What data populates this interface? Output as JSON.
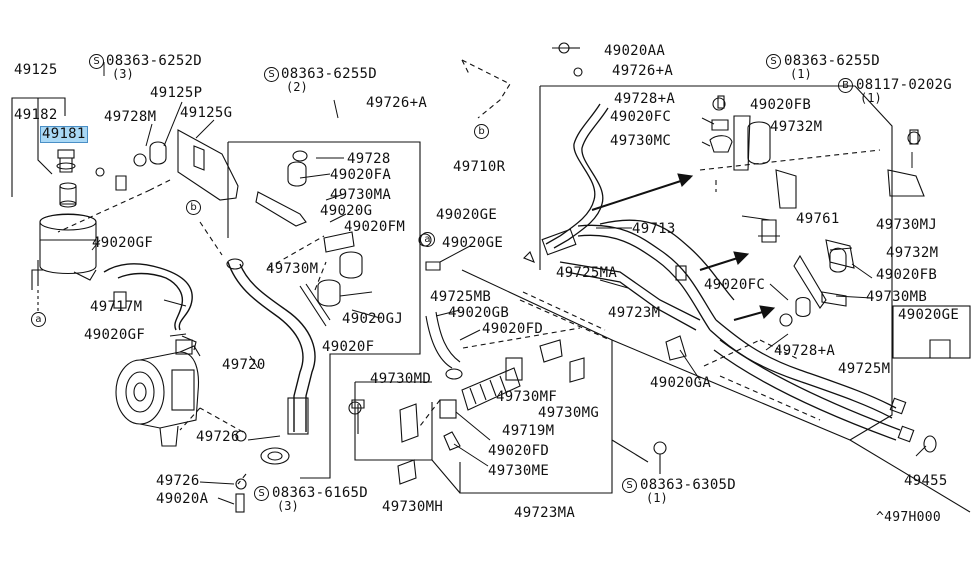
{
  "labels": {
    "p49125": "49125",
    "p49182": "49182",
    "p49181": "49181",
    "s08363_6252D": "08363-6252D",
    "s6252D_qty": "(3)",
    "p49125P": "49125P",
    "p49728M": "49728M",
    "p49125G": "49125G",
    "s08363_6255D_a": "08363-6255D",
    "s6255D_a_qty": "(2)",
    "p49726A_a": "49726+A",
    "p49728": "49728",
    "p49020FA": "49020FA",
    "p49730MA": "49730MA",
    "p49020G": "49020G",
    "p49020FM": "49020FM",
    "p49730M": "49730M",
    "p49020GJ": "49020GJ",
    "p49020F": "49020F",
    "p49710R": "49710R",
    "p49020GF_a": "49020GF",
    "p49717M": "49717M",
    "p49020GF_b": "49020GF",
    "p49720": "49720",
    "p49726_a": "49726",
    "p49726_b": "49726",
    "p49020A": "49020A",
    "s08363_6165D": "08363-6165D",
    "s6165D_qty": "(3)",
    "p49020GE_a": "49020GE",
    "p49020GE_b": "49020GE",
    "p49725MB": "49725MB",
    "p49020GB": "49020GB",
    "p49020FD_a": "49020FD",
    "p49730MD": "49730MD",
    "p49730MF": "49730MF",
    "p49730MG": "49730MG",
    "p49719M": "49719M",
    "p49020FD_b": "49020FD",
    "p49730ME": "49730ME",
    "p49730MH": "49730MH",
    "p49723MA": "49723MA",
    "p49020AA": "49020AA",
    "p49726A_b": "49726+A",
    "p49728A_a": "49728+A",
    "p49020FC_a": "49020FC",
    "p49730MC": "49730MC",
    "p49020FB_a": "49020FB",
    "p49732M_a": "49732M",
    "s08363_6255D_b": "08363-6255D",
    "s6255D_b_qty": "(1)",
    "b08117_0202G": "08117-0202G",
    "b0202G_qty": "(1)",
    "p49730MJ": "49730MJ",
    "p49713": "49713",
    "p49761": "49761",
    "p49725MA": "49725MA",
    "p49732M_b": "49732M",
    "p49020FB_b": "49020FB",
    "p49020FC_b": "49020FC",
    "p49730MB": "49730MB",
    "p49723M": "49723M",
    "p49020GE_c": "49020GE",
    "p49728A_b": "49728+A",
    "p49020GA": "49020GA",
    "p49725M": "49725M",
    "s08363_6305D": "08363-6305D",
    "s6305D_qty": "(1)",
    "p49455": "49455",
    "diagram_code": "^497H000"
  },
  "markers": {
    "s": "S",
    "b": "B",
    "ref_a": "a",
    "ref_b": "b"
  }
}
